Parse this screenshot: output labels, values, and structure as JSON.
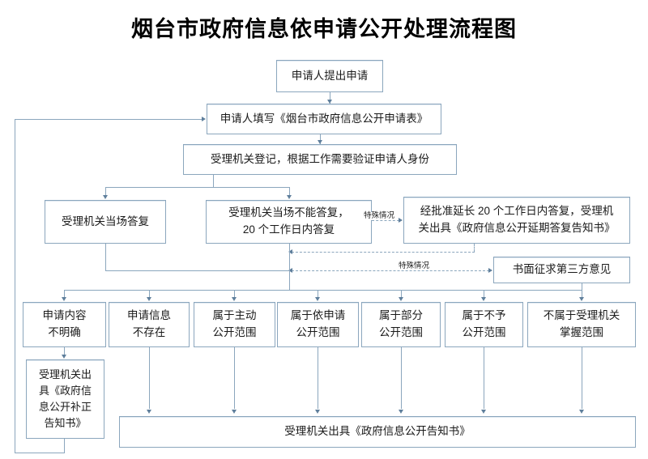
{
  "title": "烟台市政府信息依申请公开处理流程图",
  "theme": {
    "line_color": "#8ba6bd",
    "arrow_color": "#5f7f9c",
    "box_fill": "#ffffff",
    "text_color": "#1a1a1a"
  },
  "nodes": {
    "apply": {
      "text": "申请人提出申请"
    },
    "fill_form": {
      "text": "申请人填写《烟台市政府信息公开申请表》"
    },
    "register": {
      "text": "受理机关登记，根据工作需要验证申请人身份"
    },
    "answer_onsite": {
      "text": "受理机关当场答复"
    },
    "answer_20days": {
      "line1": "受理机关当场不能答复，",
      "line2": "20 个工作日内答复"
    },
    "extend": {
      "line1": "经批准延长 20 个工作日内答复，受理机",
      "line2": "关出具《政府信息公开延期答复告知书》"
    },
    "third_party": {
      "text": "书面征求第三方意见"
    },
    "notice": {
      "text": "受理机关出具《政府信息公开告知书》"
    },
    "supplement": {
      "line1": "受理机关出",
      "line2": "具《政府信",
      "line3": "息公开补正",
      "line4": "告知书》"
    }
  },
  "outcomes": [
    {
      "line1": "申请内容",
      "line2": "不明确"
    },
    {
      "line1": "申请信息",
      "line2": "不存在"
    },
    {
      "line1": "属于主动",
      "line2": "公开范围"
    },
    {
      "line1": "属于依申请",
      "line2": "公开范围"
    },
    {
      "line1": "属于部分",
      "line2": "公开范围"
    },
    {
      "line1": "属于不予",
      "line2": "公开范围"
    },
    {
      "line1": "不属于受理机关",
      "line2": "掌握范围"
    }
  ],
  "edge_labels": {
    "special_1": "特殊情况",
    "special_2": "特殊情况"
  }
}
